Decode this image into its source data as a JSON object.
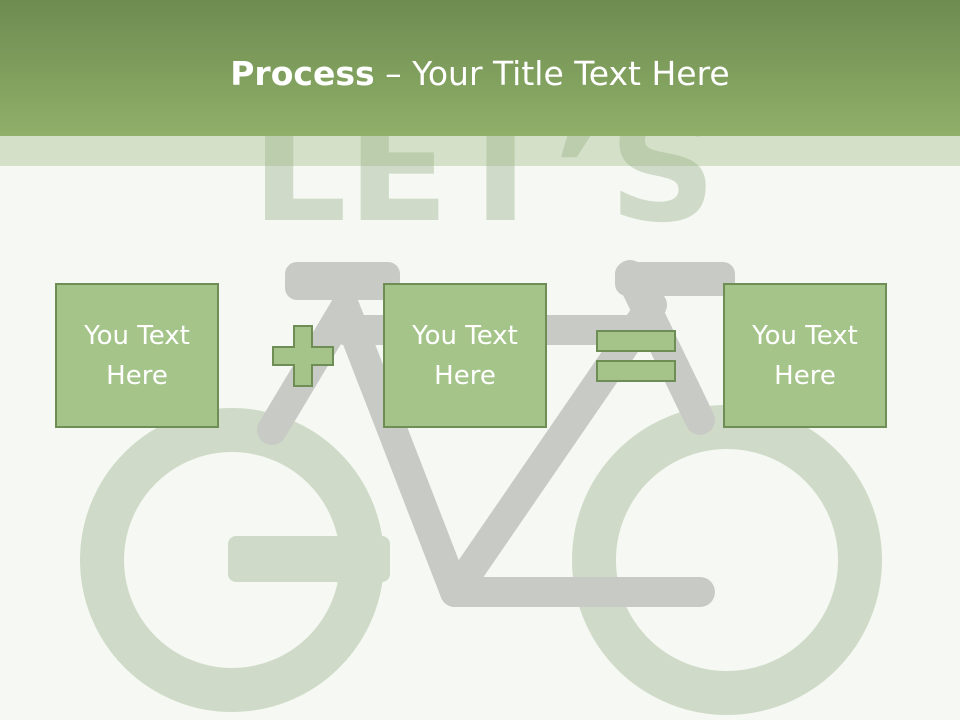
{
  "slide": {
    "title_bold": "Process",
    "title_rest": " – Your Title Text Here",
    "boxes": [
      {
        "label": "You Text Here"
      },
      {
        "label": "You Text Here"
      },
      {
        "label": "You Text Here"
      }
    ],
    "operators": [
      "plus-icon",
      "equals-icon"
    ],
    "background_art": {
      "text": "LET’S",
      "icon": "bicycle-icon"
    }
  },
  "colors": {
    "header": "#7fa05c",
    "box_fill": "#a5c489",
    "box_border": "#6e8e56",
    "operator_fill": "#a5c489",
    "art_bike": "#c8cbc5",
    "art_green": "#cfdbc8"
  }
}
